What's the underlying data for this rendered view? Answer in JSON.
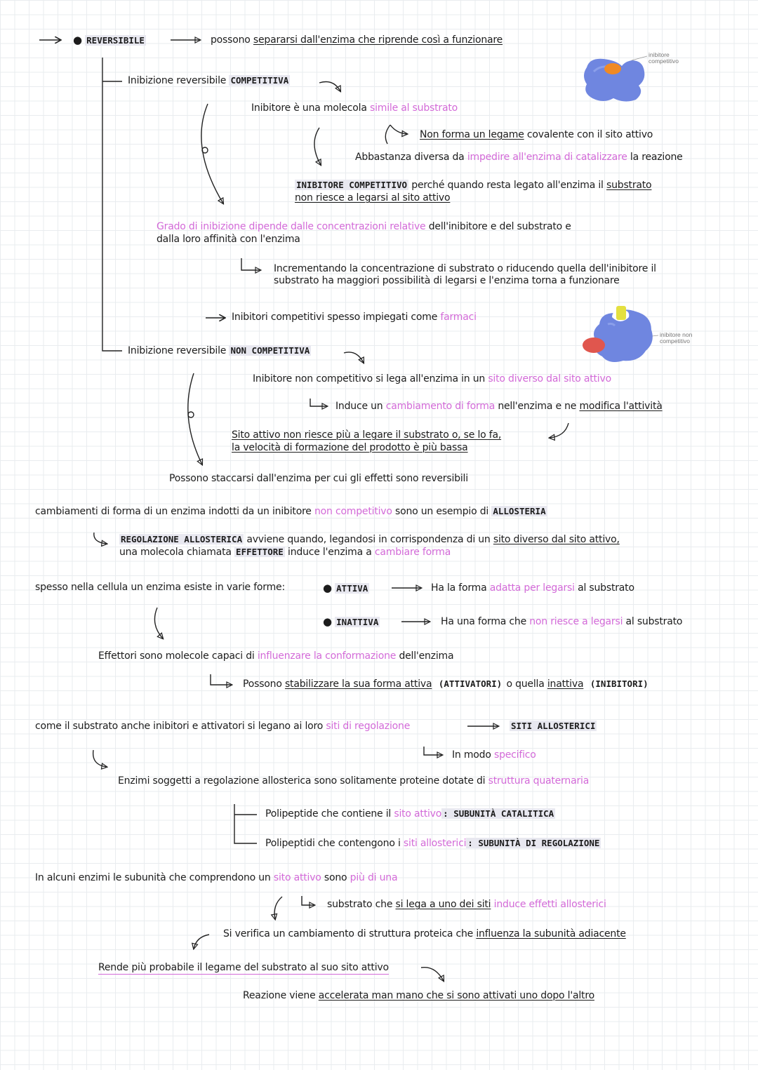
{
  "header": {
    "reversibile": "REVERSIBILE",
    "lead_pre": "possono ",
    "lead_u": "separarsi dall'enzima che riprende così a funzionare"
  },
  "competitiva": {
    "title_pre": "Inibizione reversibile ",
    "title_bold": "COMPETITIVA",
    "l1_pre": "Inibitore è una molecola ",
    "l1_p": "simile al substrato",
    "l2_u": "Non forma un legame",
    "l2_post": " covalente con il sito attivo",
    "l3_pre": "Abbastanza diversa da ",
    "l3_p": "impedire all'enzima di catalizzare",
    "l3_post": " la reazione",
    "l4_hl": "INIBITORE COMPETITIVO",
    "l4_rest": " perché quando resta legato all'enzima il ",
    "l4_u": "substrato",
    "l5_u": "non riesce a legarsi al sito attivo",
    "l6_p": "Grado di inibizione dipende dalle concentrazioni relative",
    "l6_post": " dell'inibitore e del substrato e",
    "l7": "dalla loro affinità con l'enzima",
    "l8": "Incrementando la concentrazione di substrato o riducendo quella dell'inibitore il",
    "l9": "substrato ha maggiori possibilità di legarsi e l'enzima torna a funzionare",
    "l10_pre": "Inibitori competitivi spesso impiegati come ",
    "l10_p": "farmaci"
  },
  "noncompetitiva": {
    "title_pre": "Inibizione reversibile ",
    "title_bold": "NON COMPETITIVA",
    "l1_pre": "Inibitore non competitivo si lega all'enzima in un ",
    "l1_p": "sito diverso dal sito attivo",
    "l2_pre": "Induce un ",
    "l2_p": "cambiamento di forma",
    "l2_mid": " nell'enzima e ne ",
    "l2_u": "modifica l'attività",
    "l3": "Sito attivo non riesce più a legare il substrato o, se lo fa,",
    "l4": "la velocità di formazione del prodotto è più bassa",
    "l5": "Possono staccarsi dall'enzima per cui gli effetti sono reversibili"
  },
  "allosteria": {
    "l1_pre": "cambiamenti di forma di un enzima indotti da un inibitore ",
    "l1_p": "non competitivo",
    "l1_mid": " sono un esempio di ",
    "l1_hl": "ALLOSTERIA",
    "l2_hl": "REGOLAZIONE ALLOSTERICA",
    "l2_mid": " avviene quando, legandosi in corrispondenza di un ",
    "l2_u": "sito diverso dal sito attivo,",
    "l3_pre": "una molecola chiamata ",
    "l3_hl": "EFFETTORE",
    "l3_mid": " induce l'enzima a ",
    "l3_p": "cambiare forma",
    "forms_lead": "spesso nella cellula un enzima esiste in varie forme:",
    "attiva": "ATTIVA",
    "attiva_pre": "Ha la forma ",
    "attiva_p": "adatta per legarsi",
    "attiva_post": " al substrato",
    "inattiva": "INATTIVA",
    "inattiva_pre": "Ha una forma che ",
    "inattiva_p": "non riesce a legarsi",
    "inattiva_post": " al substrato",
    "eff_pre": "Effettori sono molecole capaci di ",
    "eff_p": "influenzare la conformazione",
    "eff_post": " dell'enzima",
    "stab_pre": "Possono ",
    "stab_u1": "stabilizzare la sua forma attiva",
    "stab_b1": " (ATTIVATORI)",
    "stab_mid": " o quella ",
    "stab_u2": "inattiva",
    "stab_b2": " (INIBITORI)"
  },
  "siti": {
    "l1_pre": "come il substrato anche inibitori e attivatori si legano ai loro ",
    "l1_p": "siti di regolazione",
    "l1_hl": "SITI ALLOSTERICI",
    "l2_pre": "In modo ",
    "l2_p": "specifico",
    "l3_pre": "Enzimi soggetti a regolazione allosterica sono solitamente proteine dotate di ",
    "l3_p": "struttura quaternaria",
    "l4_pre": "Polipeptide che contiene il ",
    "l4_p": "sito attivo",
    "l4_hl": ": SUBUNITÀ CATALITICA",
    "l5_pre": "Polipeptidi che contengono i ",
    "l5_p": "siti allosterici",
    "l5_hl": ": SUBUNITÀ DI REGOLAZIONE"
  },
  "subunita": {
    "l1_pre": "In alcuni enzimi le subunità che comprendono un ",
    "l1_p1": "sito attivo",
    "l1_mid": " sono ",
    "l1_p2": "più di una",
    "l2_pre": "substrato che ",
    "l2_u": "si lega a uno dei siti",
    "l2_sp": " ",
    "l2_p": "induce effetti allosterici",
    "l3_pre": "Si verifica un cambiamento di struttura proteica che ",
    "l3_u": "influenza la subunità adiacente",
    "l4": "Rende più probabile il legame del substrato al suo sito attivo",
    "l5_pre": "Reazione viene ",
    "l5_u": "accelerata man mano che si sono attivati uno dopo l'altro"
  },
  "figures": {
    "cap_competitivo": "inibitore competitivo",
    "cap_noncompetitivo": "inibitore non competitivo",
    "enzyme_color": "#6f86e0",
    "inhibitor1_color": "#f08a24",
    "inhibitor2_color": "#e0564e",
    "substrate_color": "#e4e040",
    "accent_color": "#d36ad8"
  }
}
